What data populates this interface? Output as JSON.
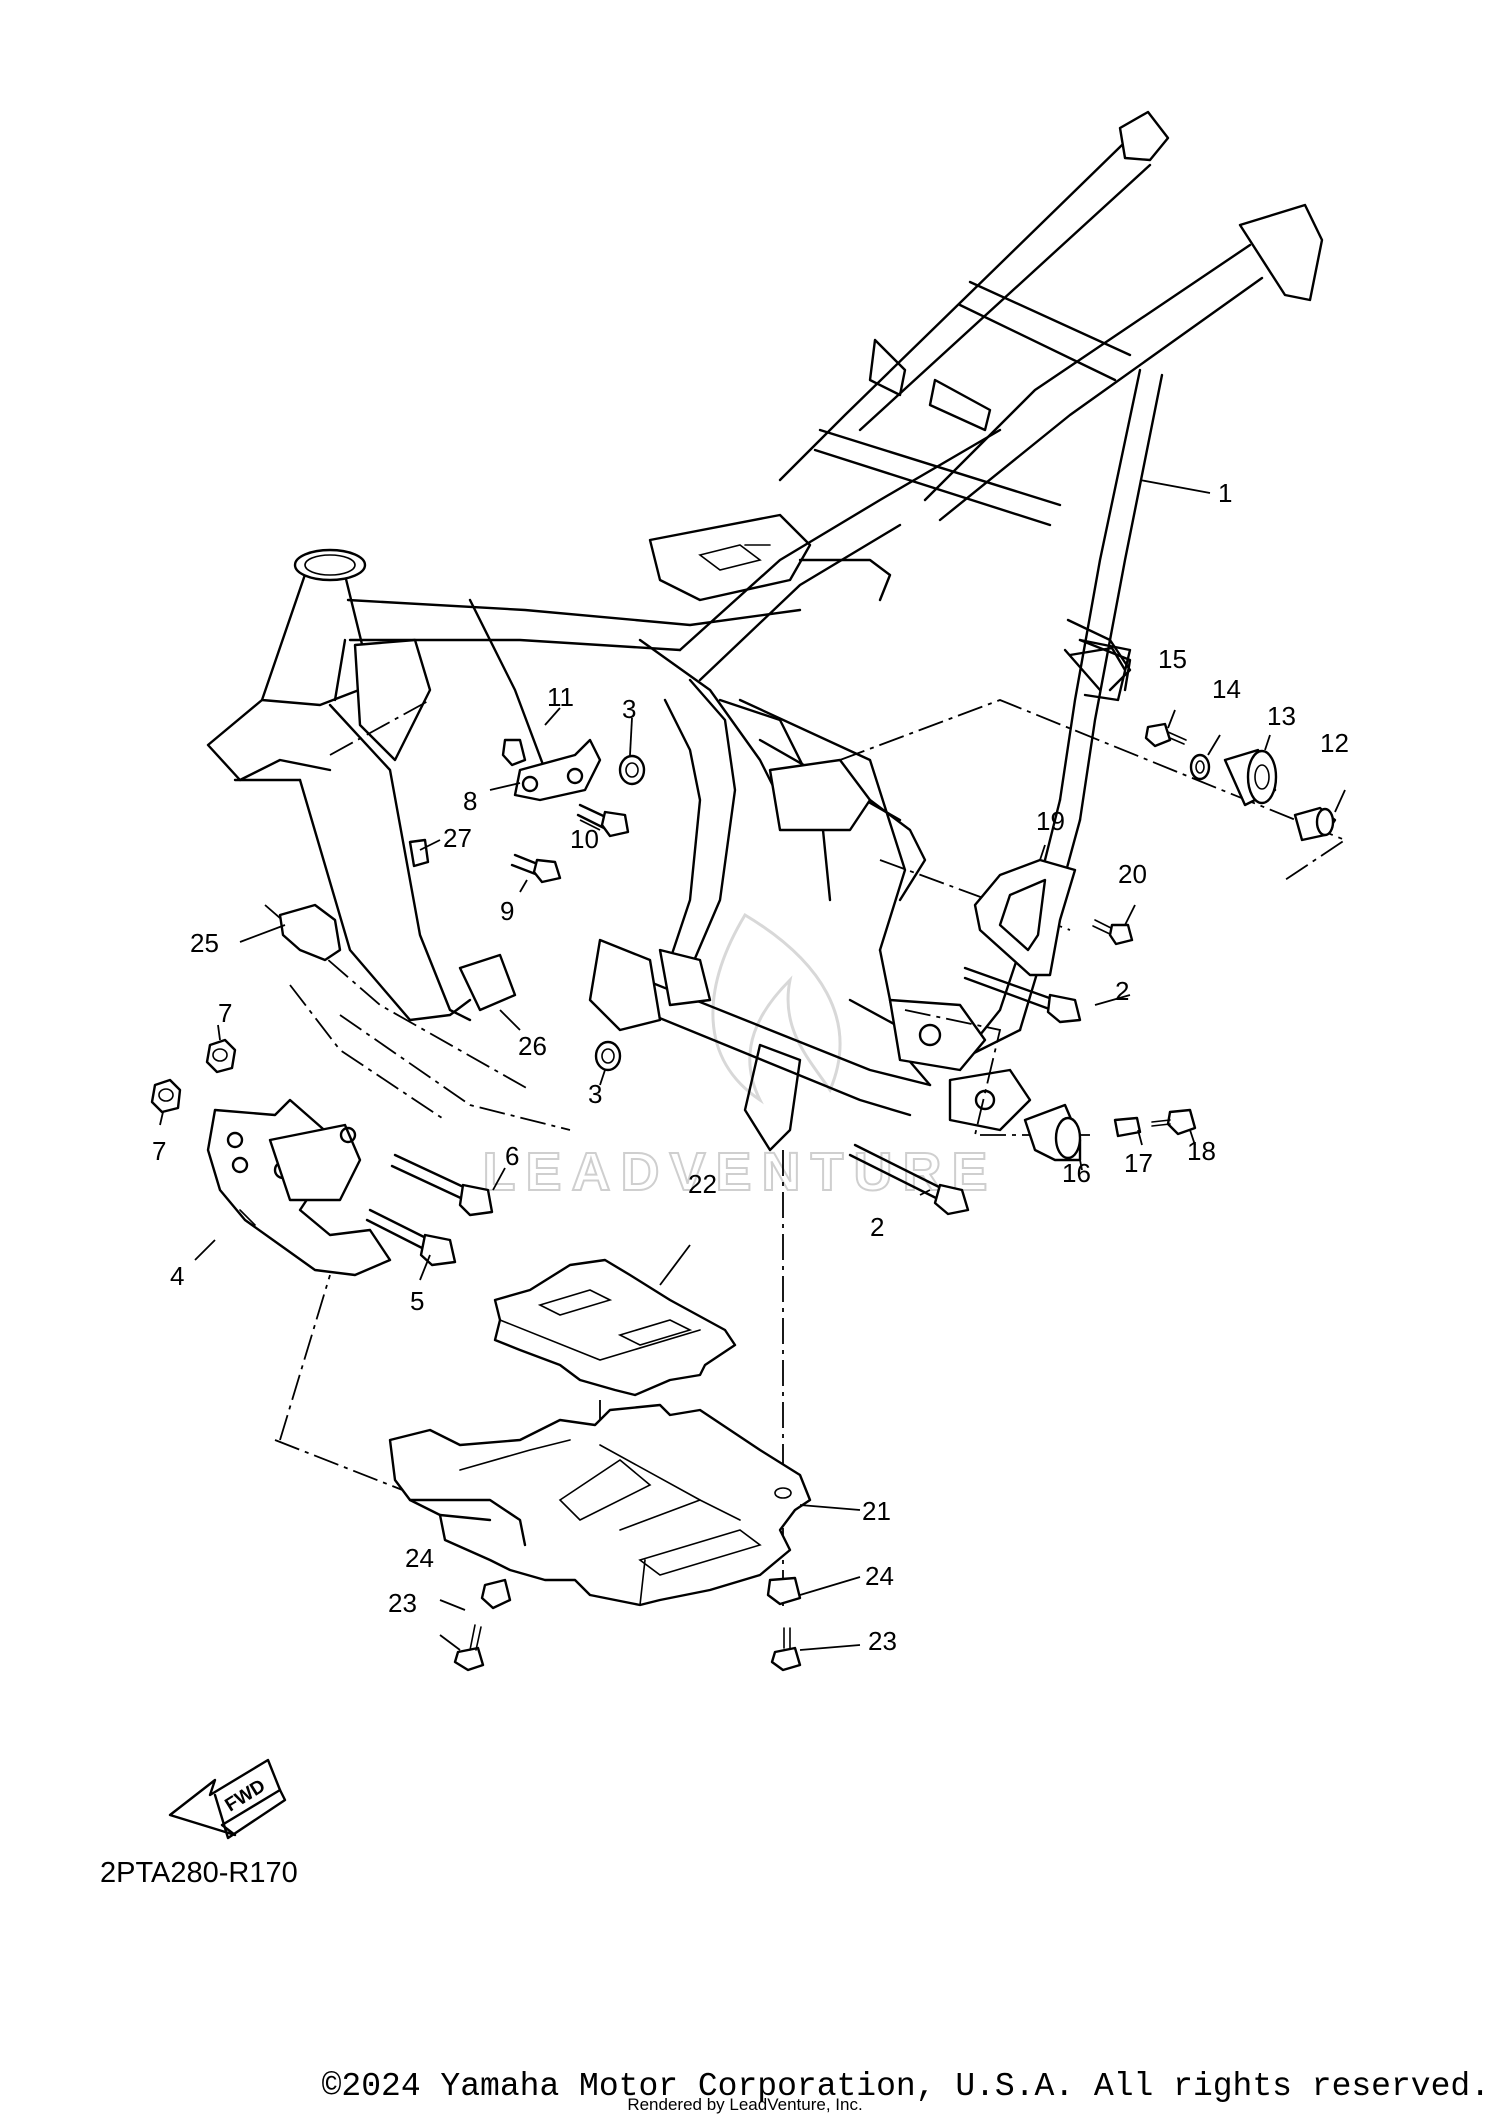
{
  "diagram": {
    "callouts": [
      "1",
      "2",
      "3",
      "4",
      "5",
      "6",
      "7",
      "8",
      "9",
      "10",
      "11",
      "12",
      "13",
      "14",
      "15",
      "16",
      "17",
      "18",
      "19",
      "20",
      "21",
      "22",
      "23",
      "24",
      "25",
      "26",
      "27"
    ],
    "fwd_label": "FWD",
    "figure_code": "2PTA280-R170",
    "watermark": "LEADVENTURE",
    "copyright": "©2024 Yamaha Motor Corporation, U.S.A. All rights reserved.",
    "rendered_by": "Rendered by LeadVenture, Inc."
  }
}
